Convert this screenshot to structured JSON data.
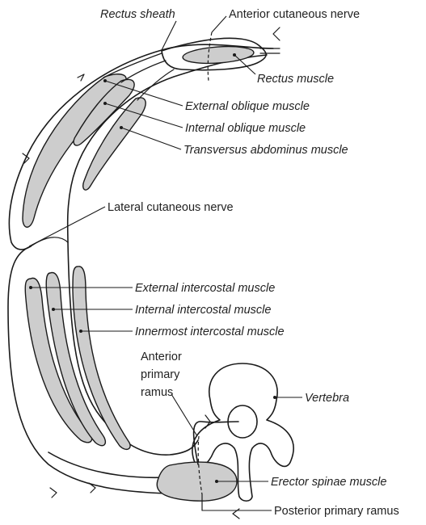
{
  "labels": {
    "rectus_sheath": "Rectus sheath",
    "anterior_cutaneous_nerve": "Anterior cutaneous nerve",
    "rectus_muscle": "Rectus muscle",
    "external_oblique": "External oblique muscle",
    "internal_oblique": "Internal oblique muscle",
    "transversus": "Transversus abdominus muscle",
    "lateral_cutaneous_nerve": "Lateral cutaneous nerve",
    "external_intercostal": "External intercostal muscle",
    "internal_intercostal": "Internal intercostal muscle",
    "innermost_intercostal": "Innermost intercostal muscle",
    "anterior_primary_ramus_1": "Anterior",
    "anterior_primary_ramus_2": "primary",
    "anterior_primary_ramus_3": "ramus",
    "vertebra": "Vertebra",
    "erector_spinae": "Erector spinae muscle",
    "posterior_primary_ramus": "Posterior primary ramus"
  },
  "colors": {
    "muscle_fill": "#cdcdcd",
    "line": "#1a1a1a"
  }
}
